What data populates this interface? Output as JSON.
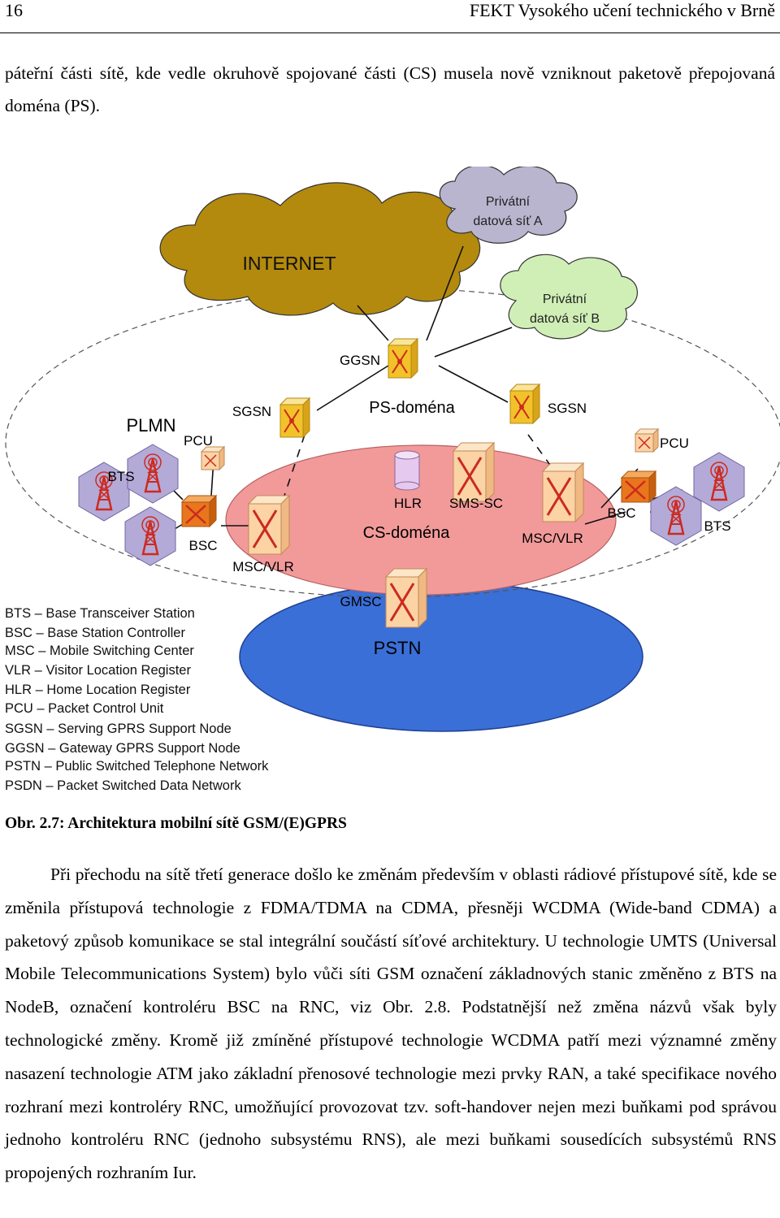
{
  "header": {
    "page_number": "16",
    "institution": "FEKT Vysokého učení technického v Brně"
  },
  "intro_text": "páteřní části sítě, kde vedle okruhově spojované části (CS) musela nově vzniknout paketově přepojovaná doména (PS).",
  "figure": {
    "clouds": {
      "internet": "INTERNET",
      "private_a_line1": "Privátní",
      "private_a_line2": "datová síť A",
      "private_b_line1": "Privátní",
      "private_b_line2": "datová síť B"
    },
    "nodes": {
      "ggsn": "GGSN",
      "sgsn_left": "SGSN",
      "sgsn_right": "SGSN",
      "ps_domain": "PS-doména",
      "plmn": "PLMN",
      "pcu_left": "PCU",
      "pcu_right": "PCU",
      "bts_left": "BTS",
      "bts_right": "BTS",
      "bsc_left": "BSC",
      "bsc_right": "BSC",
      "hlr": "HLR",
      "sms_sc": "SMS-SC",
      "cs_domain": "CS-doména",
      "msc_vlr_left": "MSC/VLR",
      "msc_vlr_right": "MSC/VLR",
      "gmsc": "GMSC",
      "pstn": "PSTN"
    },
    "legend": [
      "BTS – Base Transceiver Station",
      "BSC – Base Station Controller",
      "MSC – Mobile Switching Center",
      "VLR – Visitor Location Register",
      "HLR – Home Location Register",
      "PCU – Packet Control Unit",
      "SGSN – Serving GPRS Support Node",
      "GGSN – Gateway GPRS Support Node",
      "PSTN – Public Switched Telephone Network",
      "PSDN – Packet Switched Data Network"
    ],
    "colors": {
      "internet_cloud": "#b38a0d",
      "private_cloud_a": "#b9b5cf",
      "private_cloud_b": "#d0efb6",
      "cs_domain_fill": "#f29a9a",
      "pstn_fill": "#3a6fd8",
      "router_yellow": "#f2c22a",
      "switch_peach": "#fbd3a5",
      "bsc_orange": "#e8761c",
      "cross_red": "#cc2a1e",
      "bts_hexagon": "#b4aad8"
    }
  },
  "caption": "Obr. 2.7: Architektura mobilní sítě GSM/(E)GPRS",
  "body_paragraph": "Při přechodu na sítě třetí generace došlo ke změnám především v oblasti rádiové přístupové sítě, kde se změnila přístupová technologie z FDMA/TDMA na CDMA, přesněji WCDMA (Wide-band CDMA) a paketový způsob komunikace se stal integrální součástí síťové architektury. U technologie UMTS (Universal Mobile Telecommunications System) bylo vůči síti GSM označení základnových stanic změněno z BTS na NodeB, označení kontroléru BSC na RNC, viz Obr. 2.8. Podstatnější než změna názvů však byly technologické změny. Kromě již zmíněné přístupové technologie WCDMA patří mezi významné změny nasazení technologie ATM jako základní přenosové technologie mezi prvky RAN, a také specifikace nového rozhraní mezi kontroléry RNC, umožňující provozovat tzv. soft-handover nejen mezi buňkami pod správou jednoho kontroléru RNC (jednoho subsystému RNS), ale mezi buňkami sousedících subsystémů RNS propojených rozhraním Iur."
}
